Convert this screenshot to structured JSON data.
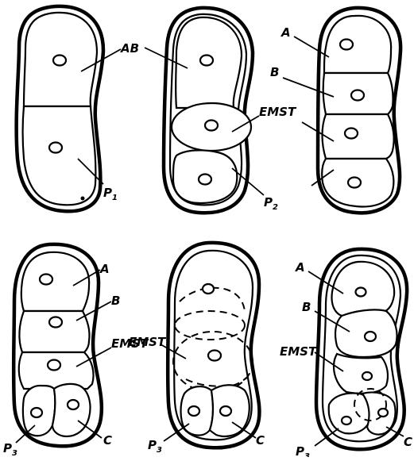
{
  "labels": {
    "ab": "AB",
    "a": "A",
    "b": "B",
    "emst": "EMST",
    "c": "C",
    "p1_main": "P",
    "p1_sub": "1",
    "p2_main": "P",
    "p2_sub": "2",
    "p3_main": "P",
    "p3_sub": "3"
  }
}
